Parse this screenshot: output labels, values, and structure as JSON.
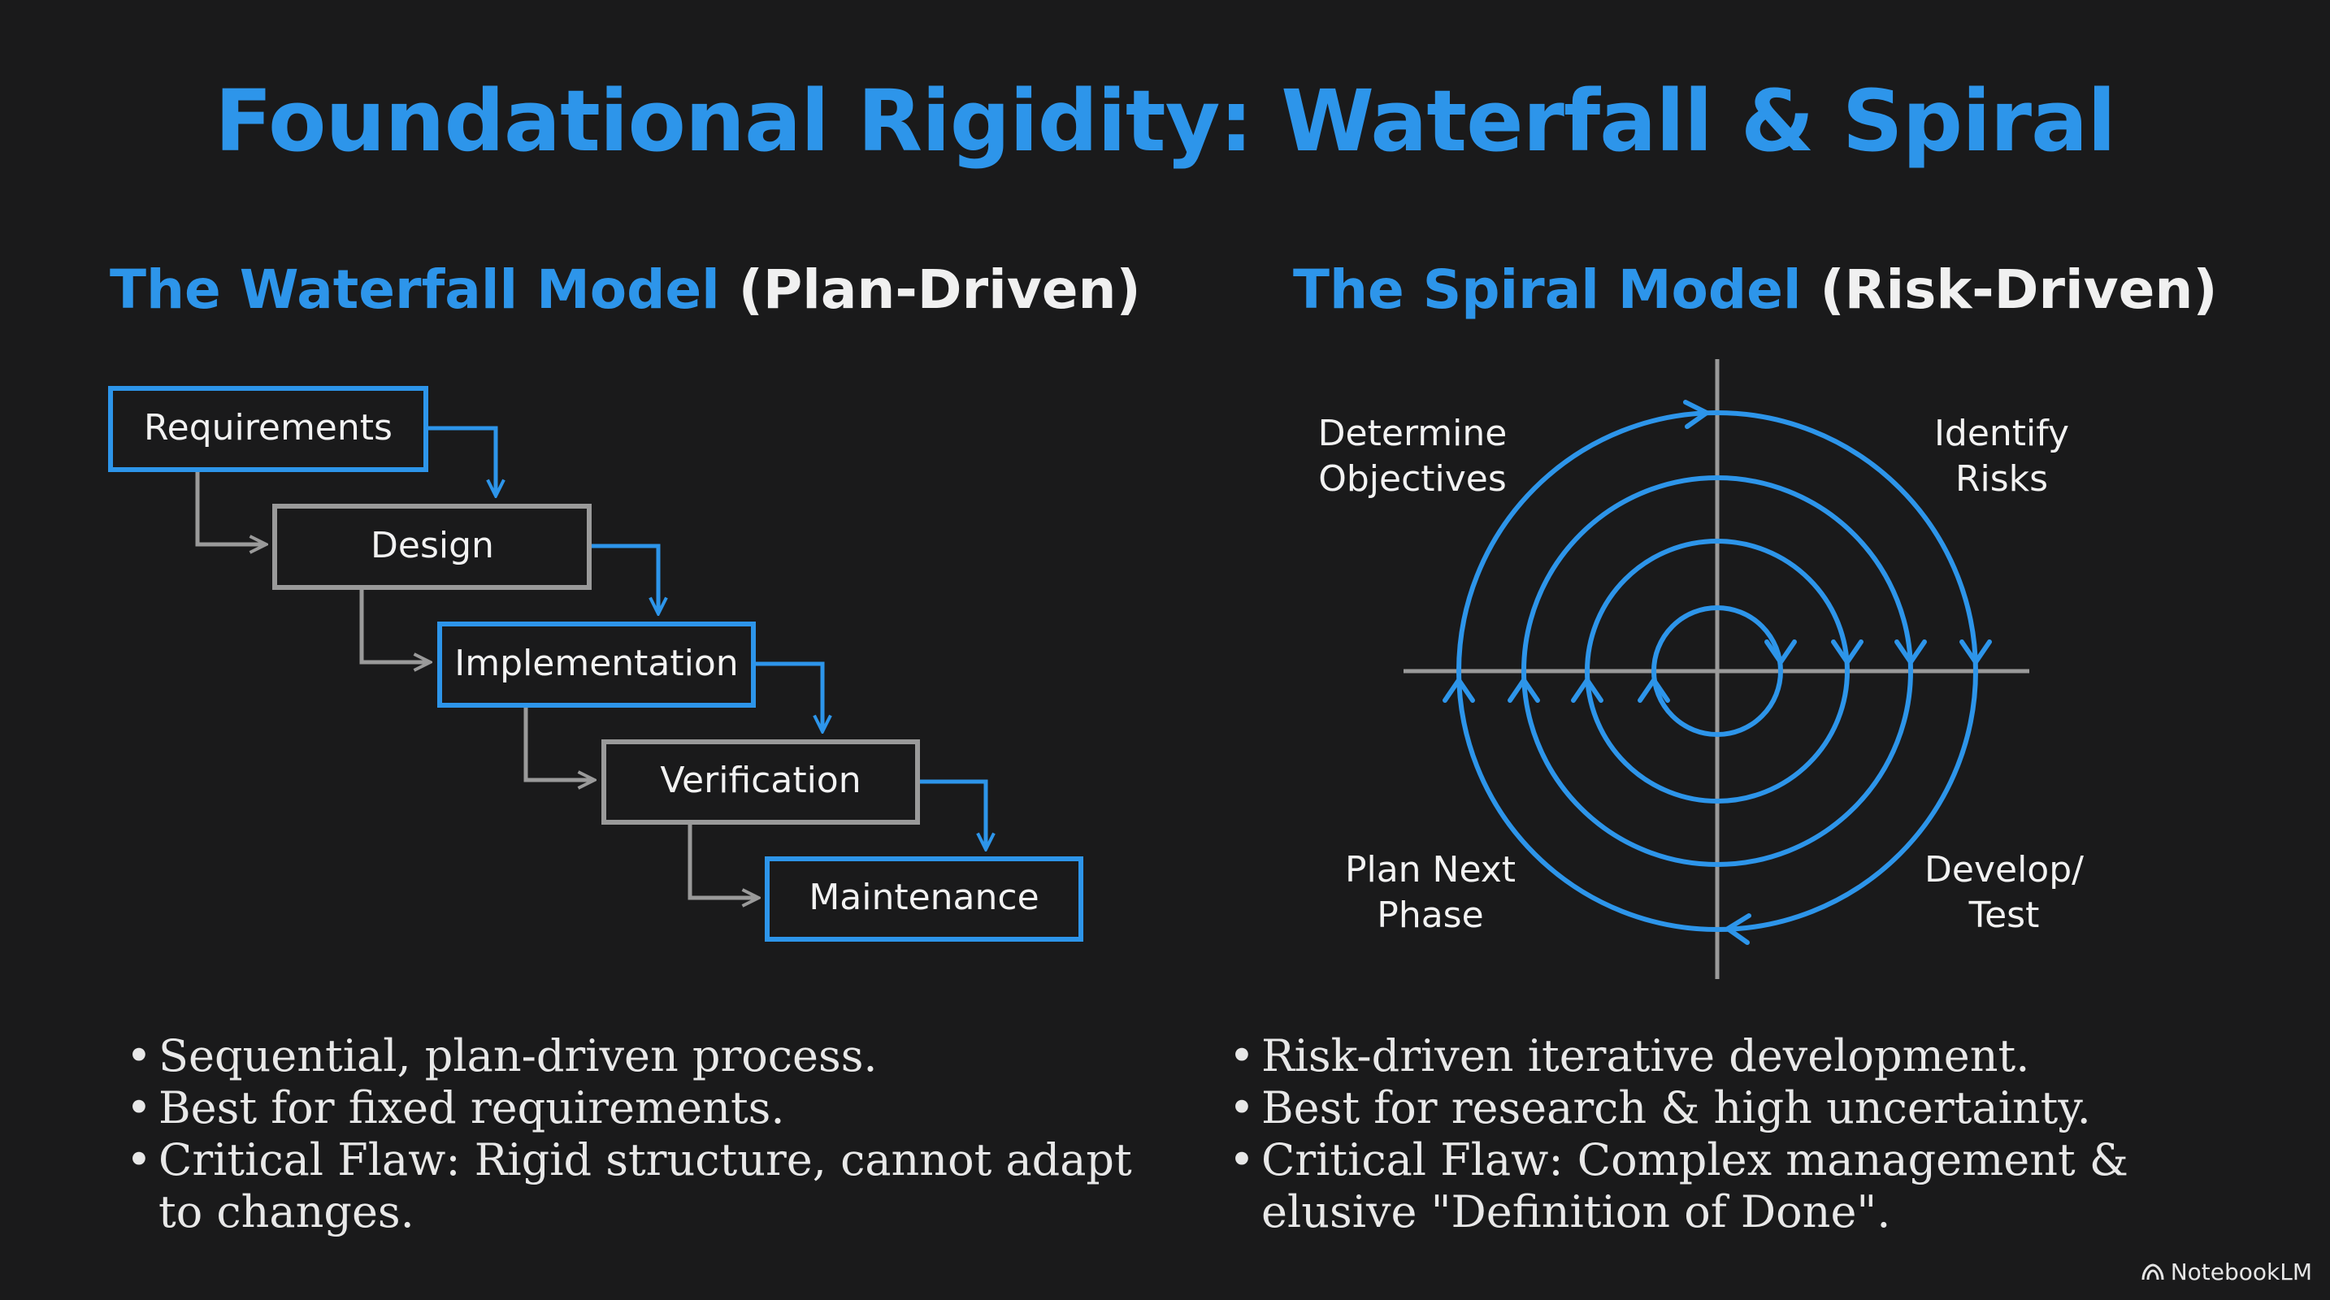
{
  "title": "Foundational Rigidity: Waterfall & Spiral",
  "waterfall": {
    "heading_name": "The Waterfall Model",
    "heading_kind": "(Plan-Driven)",
    "steps": [
      "Requirements",
      "Design",
      "Implementation",
      "Verification",
      "Maintenance"
    ],
    "bullets": [
      "Sequential, plan-driven process.",
      "Best for fixed requirements.",
      "Critical Flaw: Rigid structure, cannot adapt to changes."
    ]
  },
  "spiral": {
    "heading_name": "The Spiral Model",
    "heading_kind": "(Risk-Driven)",
    "quadrants": {
      "top_left": [
        "Determine",
        "Objectives"
      ],
      "top_right": [
        "Identify",
        "Risks"
      ],
      "bottom_left": [
        "Plan Next",
        "Phase"
      ],
      "bottom_right": [
        "Develop/",
        "Test"
      ]
    },
    "bullets": [
      "Risk-driven iterative development.",
      "Best for research & high uncertainty.",
      "Critical Flaw: Complex management & elusive \"Definition of Done\"."
    ]
  },
  "colors": {
    "accent": "#2d95ea",
    "muted_box": "#9a9a9a",
    "background": "#1a1a1b"
  },
  "brand": {
    "icon": "notebooklm-logo-icon",
    "label": "NotebookLM"
  }
}
